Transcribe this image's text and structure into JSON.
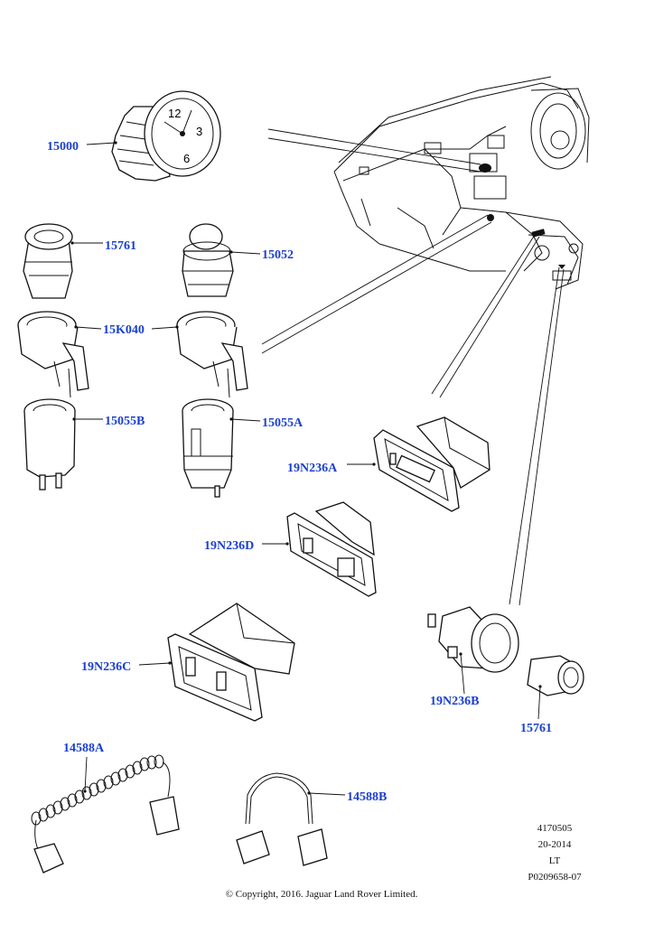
{
  "parts": {
    "p15000": "15000",
    "p15761_top": "15761",
    "p15052": "15052",
    "p15k040": "15K040",
    "p15055b": "15055B",
    "p15055a": "15055A",
    "p19n236a": "19N236A",
    "p19n236d": "19N236D",
    "p19n236c": "19N236C",
    "p19n236b": "19N236B",
    "p15761_bottom": "15761",
    "p14588a": "14588A",
    "p14588b": "14588B"
  },
  "reference": {
    "line1": "4170505",
    "line2": "20-2014",
    "line3": "LT",
    "line4": "P0209658-07"
  },
  "copyright": "© Copyright, 2016. Jaguar Land Rover Limited.",
  "clock_numerals": {
    "twelve": "12",
    "three": "3",
    "six": "6"
  },
  "colors": {
    "label": "#1a3fd0",
    "line": "#111111"
  }
}
